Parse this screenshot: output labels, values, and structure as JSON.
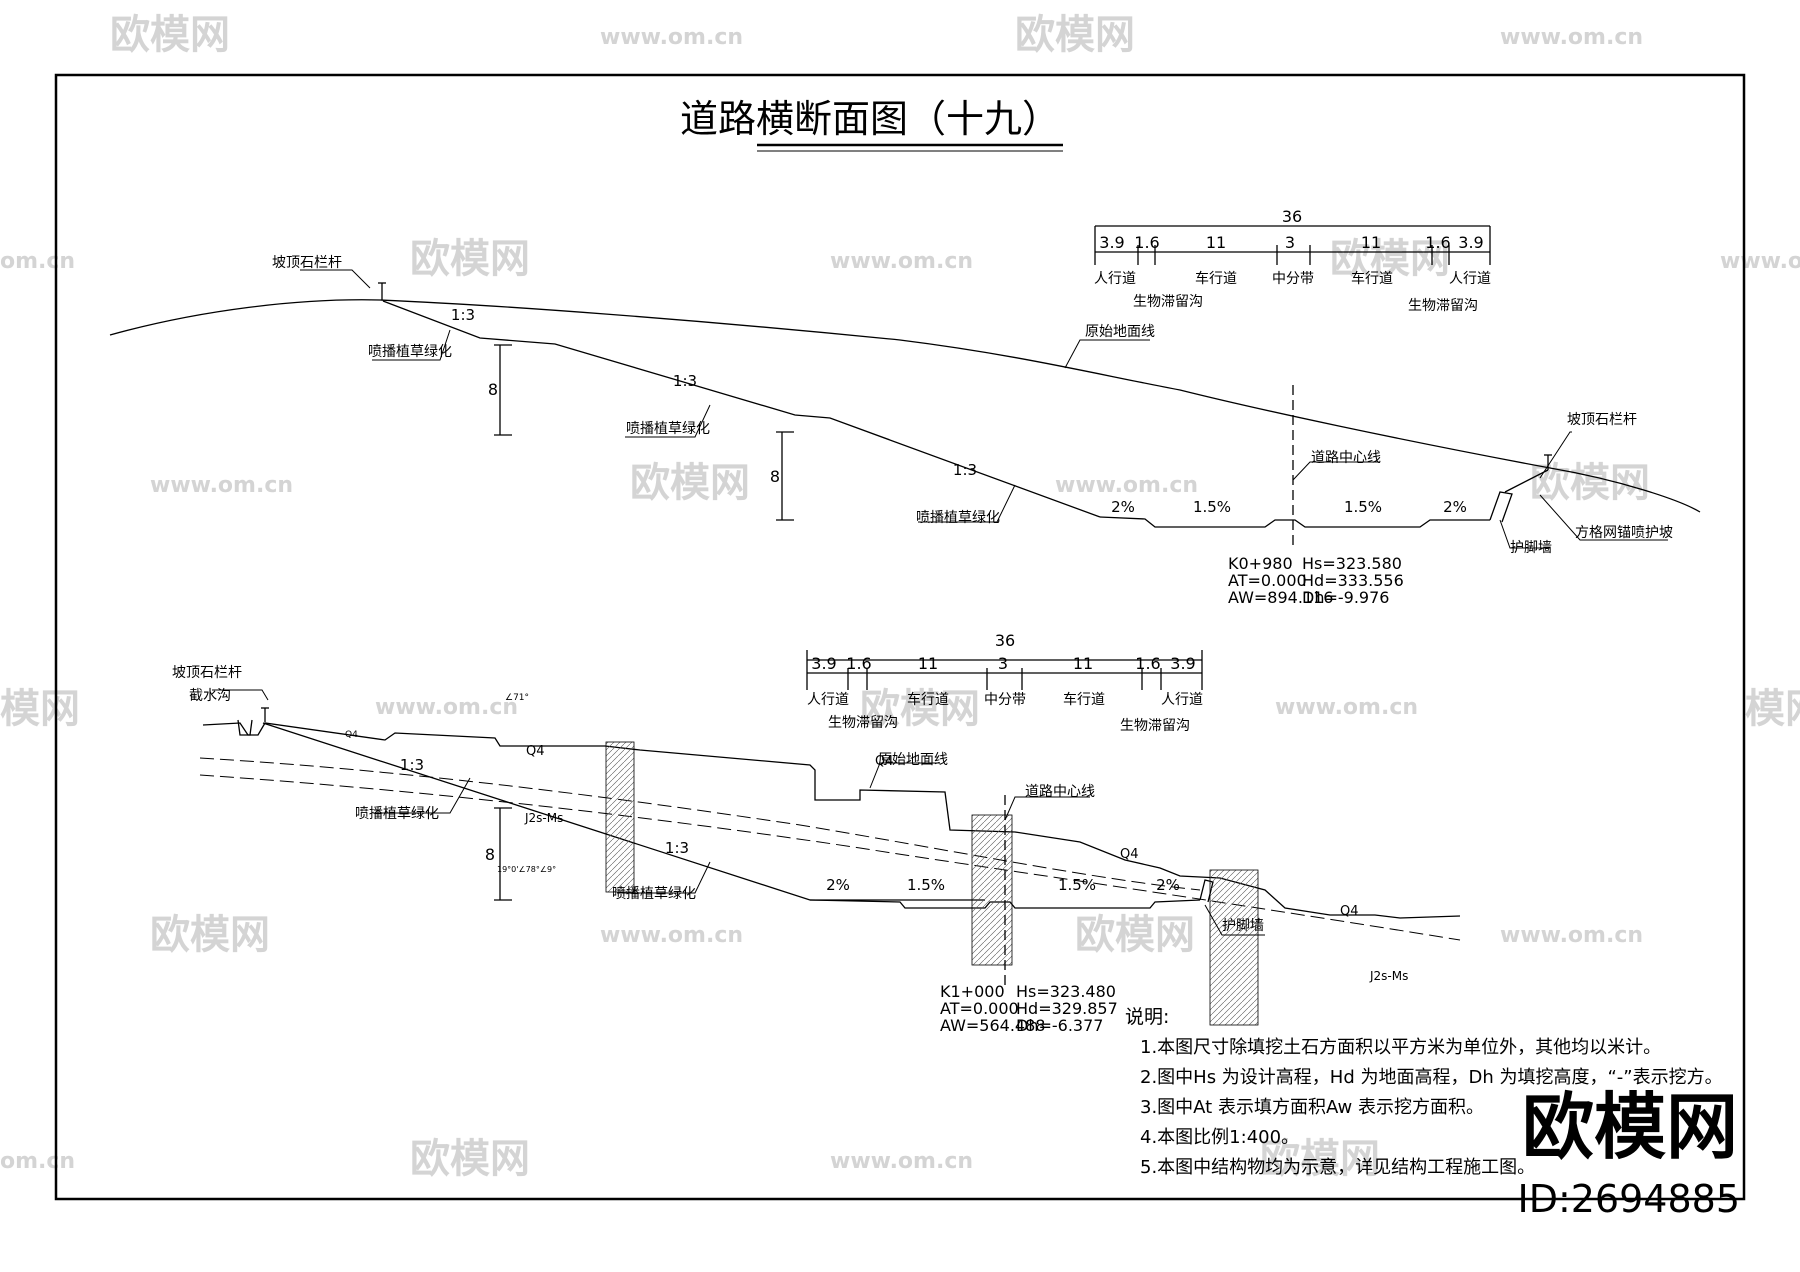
{
  "title": "道路横断面图（十九）",
  "watermark": {
    "brand": "欧模网",
    "url": "www.om.cn",
    "url_partial": "om.cn",
    "brand_partial": "模网"
  },
  "section1": {
    "total_width": "36",
    "segment_widths": [
      "3.9",
      "1.6",
      "11",
      "3",
      "11",
      "1.6",
      "3.9"
    ],
    "lanes": {
      "sidewalk_left": "人行道",
      "bioswale_left": "生物滞留沟",
      "carriageway_left": "车行道",
      "median": "中分带",
      "carriageway_right": "车行道",
      "sidewalk_right": "人行道",
      "bioswale_right": "生物滞留沟"
    },
    "labels": {
      "railing_left": "坡顶石栏杆",
      "railing_right": "坡顶石栏杆",
      "ground_line": "原始地面线",
      "grass_1": "喷播植草绿化",
      "grass_2": "喷播植草绿化",
      "grass_3": "喷播植草绿化",
      "centerline": "道路中心线",
      "anchor_net": "方格网锚喷护坡",
      "toe_wall": "护脚墙",
      "slope_1": "1:3",
      "slope_2": "1:3",
      "slope_3": "1:3",
      "bench_h1": "8",
      "bench_h2": "8",
      "grade_sw_l": "2%",
      "grade_cw_l": "1.5%",
      "grade_cw_r": "1.5%",
      "grade_sw_r": "2%"
    },
    "station": {
      "k": "K0+980",
      "at": "AT=0.000",
      "aw": "AW=894.116",
      "hs": "Hs=323.580",
      "hd": "Hd=333.556",
      "dh": "Dh=-9.976"
    }
  },
  "section2": {
    "total_width": "36",
    "segment_widths": [
      "3.9",
      "1.6",
      "11",
      "3",
      "11",
      "1.6",
      "3.9"
    ],
    "lanes": {
      "sidewalk_left": "人行道",
      "bioswale_left": "生物滞留沟",
      "carriageway_left": "车行道",
      "median": "中分带",
      "carriageway_right": "车行道",
      "sidewalk_right": "人行道",
      "bioswale_right": "生物滞留沟"
    },
    "labels": {
      "railing": "坡顶石栏杆",
      "ditch": "截水沟",
      "ground_line": "原始地面线",
      "centerline": "道路中心线",
      "grass_1": "喷播植草绿化",
      "grass_2": "喷播植草绿化",
      "toe_wall": "护脚墙",
      "slope_1": "1:3",
      "slope_2": "1:3",
      "bench_h": "8",
      "grade_sw_l": "2%",
      "grade_cw_l": "1.5%",
      "grade_cw_r": "1.5%",
      "grade_sw_r": "2%",
      "geo_q_1": "Q4",
      "geo_q_2": "Q4",
      "geo_q_3": "Q4",
      "geo_q_4": "Q4",
      "geo_q_5": "Q4",
      "geo_j_1": "J2s-Ms",
      "geo_j_2": "J2s-Ms",
      "dip_1": "∠71°",
      "dip_2": "19°0'∠78°∠9°"
    },
    "station": {
      "k": "K1+000",
      "at": "AT=0.000",
      "aw": "AW=564.488",
      "hs": "Hs=323.480",
      "hd": "Hd=329.857",
      "dh": "Dh=-6.377"
    }
  },
  "notes": {
    "heading": "说明:",
    "items": [
      "1.本图尺寸除填挖土石方面积以平方米为单位外，其他均以米计。",
      "2.图中Hs 为设计高程，Hd 为地面高程，Dh 为填挖高度，“-”表示挖方。",
      "3.图中At 表示填方面积Aw 表示挖方面积。",
      "4.本图比例1:400。",
      "5.本图中结构物均为示意，详见结构工程施工图。"
    ]
  },
  "brand_block": {
    "name": "欧模网",
    "id": "ID:2694885"
  },
  "colors": {
    "line": "#000000",
    "watermark": "#d4d4d4",
    "hatch": "#555555"
  }
}
